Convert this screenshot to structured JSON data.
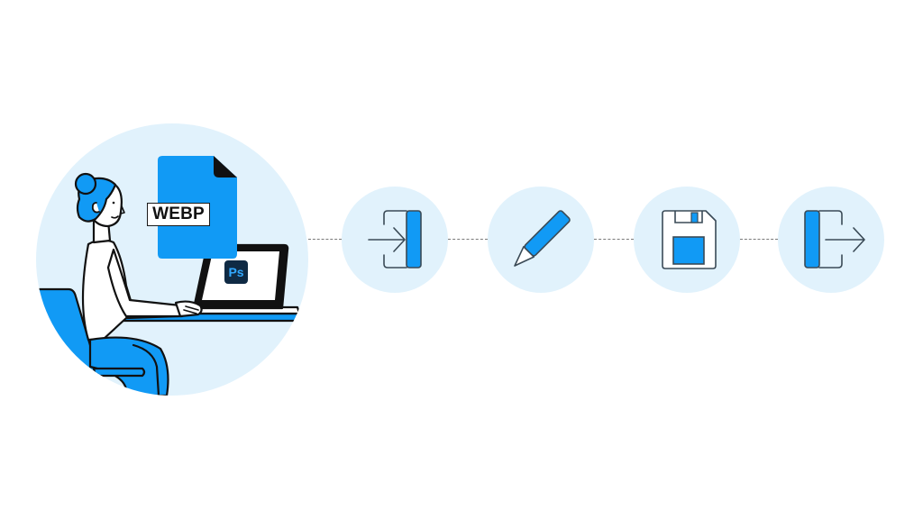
{
  "illustration": {
    "file_label": "WEBP",
    "app_badge": "Ps",
    "description": "Person at desk working on laptop with WEBP file"
  },
  "steps": [
    {
      "name": "import",
      "icon": "sign-in-icon"
    },
    {
      "name": "edit",
      "icon": "pencil-icon"
    },
    {
      "name": "save",
      "icon": "floppy-disk-icon"
    },
    {
      "name": "export",
      "icon": "sign-out-icon"
    }
  ],
  "colors": {
    "accent": "#119af5",
    "circle_bg": "#e1f2fc",
    "stroke": "#3a4a56",
    "ps_bg": "#0f2a44",
    "ps_text": "#31a8ff",
    "connector": "#7a7a7a"
  }
}
